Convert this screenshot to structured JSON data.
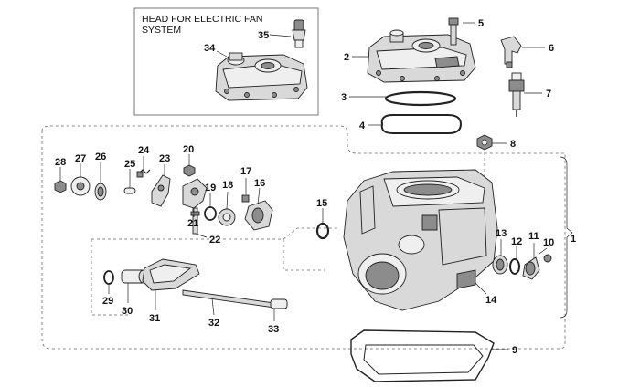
{
  "inset": {
    "title_line1": "HEAD FOR ELECTRIC FAN",
    "title_line2": "SYSTEM"
  },
  "callouts": {
    "c1": "1",
    "c2": "2",
    "c3": "3",
    "c4": "4",
    "c5": "5",
    "c6": "6",
    "c7": "7",
    "c8": "8",
    "c9": "9",
    "c10": "10",
    "c11": "11",
    "c12": "12",
    "c13": "13",
    "c14": "14",
    "c15": "15",
    "c16": "16",
    "c17": "17",
    "c18": "18",
    "c19": "19",
    "c20": "20",
    "c21": "21",
    "c22": "22",
    "c23": "23",
    "c24": "24",
    "c25": "25",
    "c26": "26",
    "c27": "27",
    "c28": "28",
    "c29": "29",
    "c30": "30",
    "c31": "31",
    "c32": "32",
    "c33": "33",
    "c34": "34",
    "c35": "35"
  }
}
